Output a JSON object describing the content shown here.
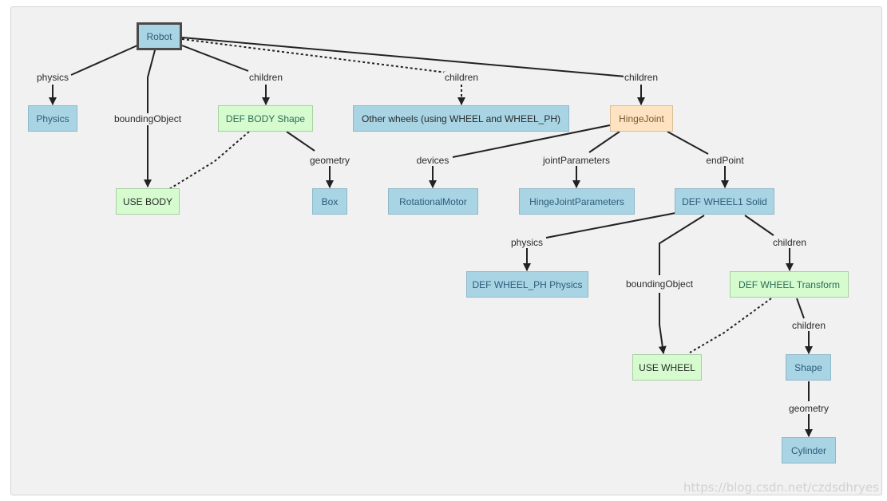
{
  "nodes": {
    "robot": "Robot",
    "physics": "Physics",
    "body_shape": "DEF BODY Shape",
    "other_wheels": "Other wheels (using WHEEL and WHEEL_PH)",
    "hinge_joint": "HingeJoint",
    "use_body": "USE BODY",
    "box": "Box",
    "rotational_motor": "RotationalMotor",
    "hinge_params": "HingeJointParameters",
    "wheel1_solid": "DEF WHEEL1 Solid",
    "wheel_ph_physics": "DEF WHEEL_PH Physics",
    "wheel_transform": "DEF WHEEL Transform",
    "use_wheel": "USE WHEEL",
    "shape": "Shape",
    "cylinder": "Cylinder"
  },
  "edge_labels": {
    "robot_physics": "physics",
    "robot_bounding": "boundingObject",
    "robot_children_body": "children",
    "robot_children_other": "children",
    "robot_children_hinge": "children",
    "body_geometry": "geometry",
    "hinge_devices": "devices",
    "hinge_joint_params": "jointParameters",
    "hinge_endpoint": "endPoint",
    "wheel_physics": "physics",
    "wheel_bounding": "boundingObject",
    "wheel_children": "children",
    "transform_children": "children",
    "shape_geometry": "geometry"
  },
  "colors": {
    "solid_node": "#a8d4e4",
    "use_node": "#d5fbcf",
    "joint_node": "#fde3c2",
    "edge": "#222222"
  },
  "watermark": "https://blog.csdn.net/czdsdhryes"
}
